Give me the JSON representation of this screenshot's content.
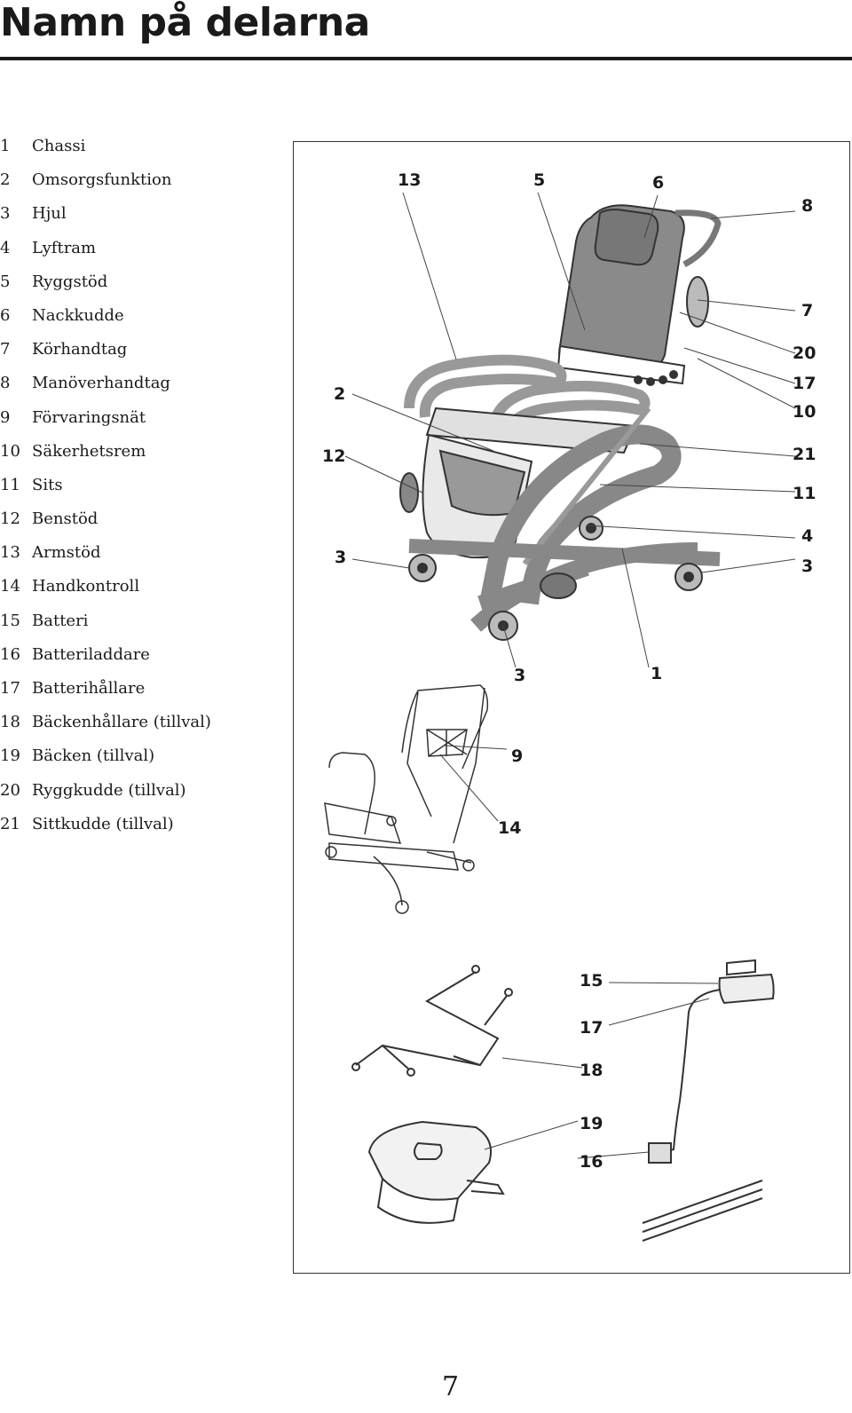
{
  "page": {
    "title": "Namn på delarna",
    "page_number": "7"
  },
  "parts": [
    {
      "num": "1",
      "name": "Chassi"
    },
    {
      "num": "2",
      "name": "Omsorgsfunktion"
    },
    {
      "num": "3",
      "name": "Hjul"
    },
    {
      "num": "4",
      "name": "Lyftram"
    },
    {
      "num": "5",
      "name": "Ryggstöd"
    },
    {
      "num": "6",
      "name": "Nackkudde"
    },
    {
      "num": "7",
      "name": "Körhandtag"
    },
    {
      "num": "8",
      "name": "Manöverhandtag"
    },
    {
      "num": "9",
      "name": "Förvaringsnät"
    },
    {
      "num": "10",
      "name": "Säkerhetsrem"
    },
    {
      "num": "11",
      "name": "Sits"
    },
    {
      "num": "12",
      "name": "Benstöd"
    },
    {
      "num": "13",
      "name": "Armstöd"
    },
    {
      "num": "14",
      "name": "Handkontroll"
    },
    {
      "num": "15",
      "name": "Batteri"
    },
    {
      "num": "16",
      "name": "Batteriladdare"
    },
    {
      "num": "17",
      "name": "Batterihållare"
    },
    {
      "num": "18",
      "name": "Bäckenhållare (tillval)"
    },
    {
      "num": "19",
      "name": "Bäcken (tillval)"
    },
    {
      "num": "20",
      "name": "Ryggkudde (tillval)"
    },
    {
      "num": "21",
      "name": "Sittkudde (tillval)"
    }
  ],
  "callouts": [
    "13",
    "5",
    "6",
    "8",
    "7",
    "20",
    "17",
    "10",
    "21",
    "11",
    "4",
    "3",
    "2",
    "12",
    "3",
    "3",
    "1",
    "9",
    "14",
    "15",
    "17",
    "18",
    "19",
    "16"
  ]
}
